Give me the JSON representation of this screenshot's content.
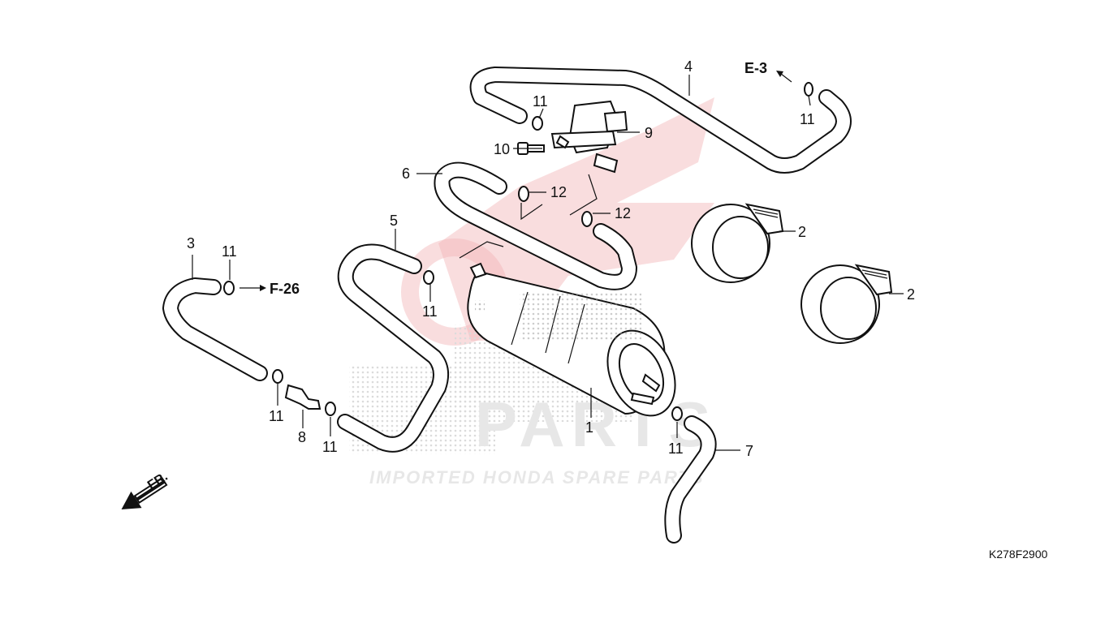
{
  "diagram": {
    "diagram_code": "K278F2900",
    "direction_label": "FR.",
    "references": [
      {
        "id": "ref-e3",
        "label": "E-3"
      },
      {
        "id": "ref-f26",
        "label": "F-26"
      }
    ],
    "callouts": {
      "c1": "1",
      "c2a": "2",
      "c2b": "2",
      "c3": "3",
      "c4": "4",
      "c5": "5",
      "c6": "6",
      "c7": "7",
      "c8": "8",
      "c9": "9",
      "c10": "10",
      "c11a": "11",
      "c11b": "11",
      "c11c": "11",
      "c11d": "11",
      "c11e": "11",
      "c11f": "11",
      "c11g": "11",
      "c12a": "12",
      "c12b": "12"
    },
    "watermark": {
      "brand": "PARTS",
      "tagline": "IMPORTED HONDA SPARE PARTS"
    },
    "colors": {
      "line": "#111111",
      "watermark_red": "#d9262c",
      "watermark_gray": "#bdbdbd"
    }
  }
}
